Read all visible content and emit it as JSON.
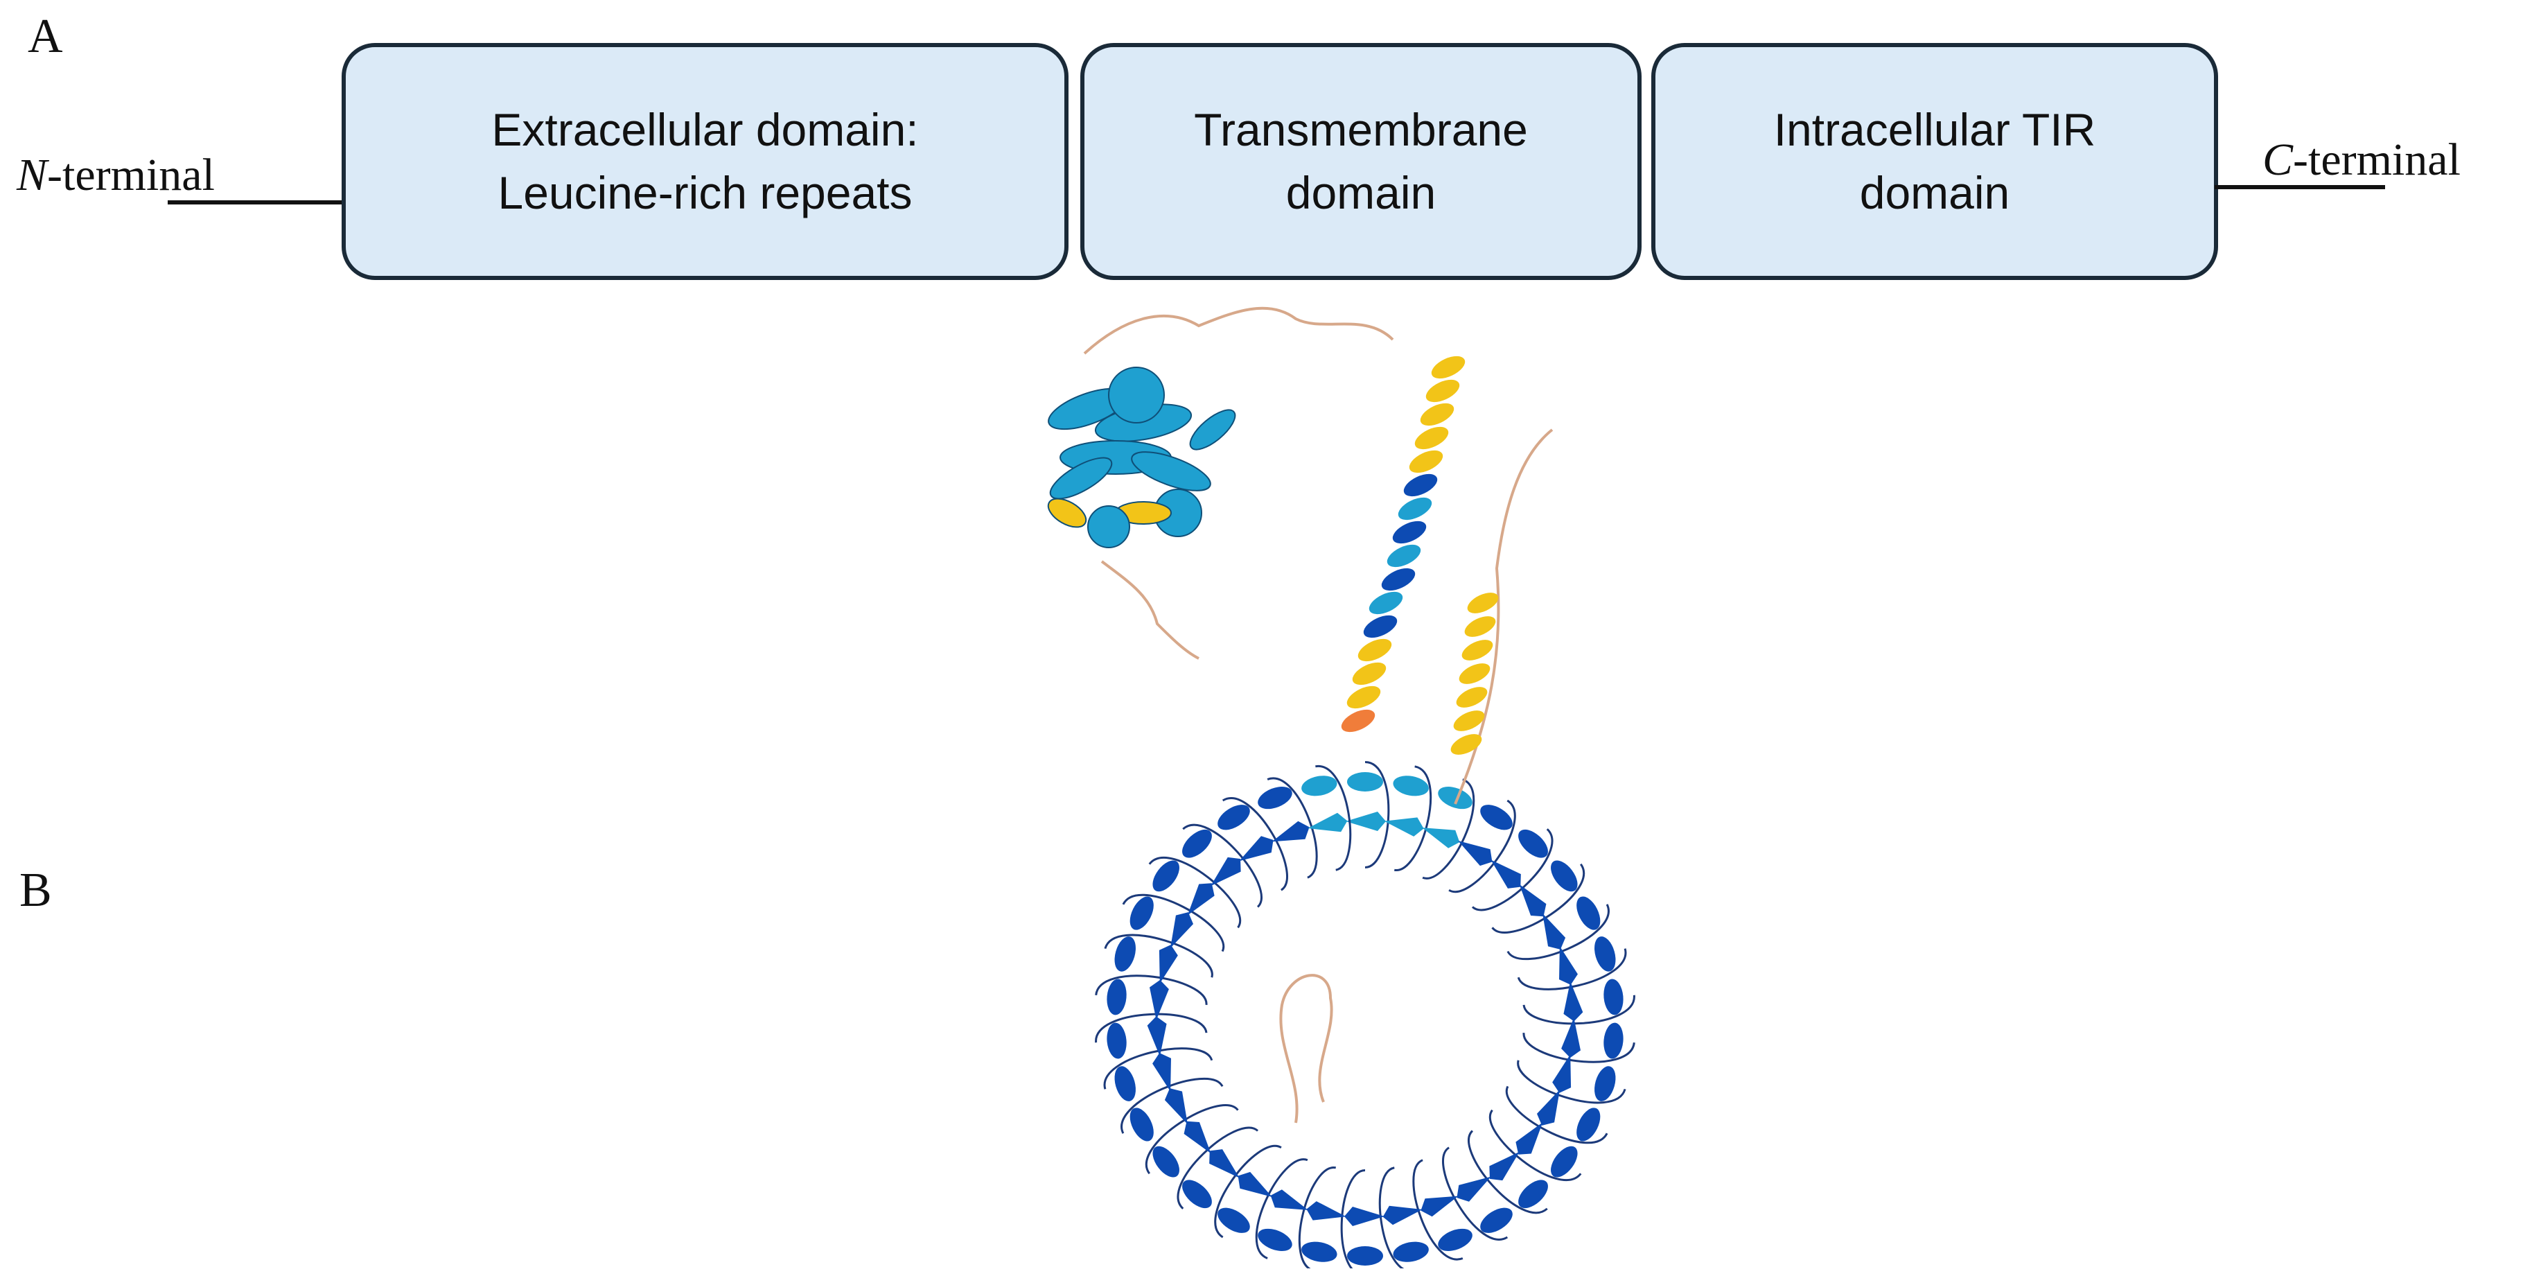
{
  "panel_a": {
    "label": "A",
    "n_terminal": {
      "prefix": "N",
      "suffix": "-terminal"
    },
    "c_terminal": {
      "prefix": "C",
      "suffix": "-terminal"
    },
    "domains": [
      {
        "line1": "Extracellular domain:",
        "line2": "Leucine-rich repeats"
      },
      {
        "line1": "Transmembrane",
        "line2": "domain"
      },
      {
        "line1": "Intracellular TIR",
        "line2": "domain"
      }
    ]
  },
  "panel_b": {
    "label": "B",
    "image": "protein-3d-structure-ribbon",
    "colors": {
      "very_high_confidence": "#0d4bb3",
      "confident": "#1fa0d0",
      "low_confidence": "#f2c418",
      "very_low_confidence": "#f07d3a",
      "loop": "#d7a88a"
    }
  }
}
